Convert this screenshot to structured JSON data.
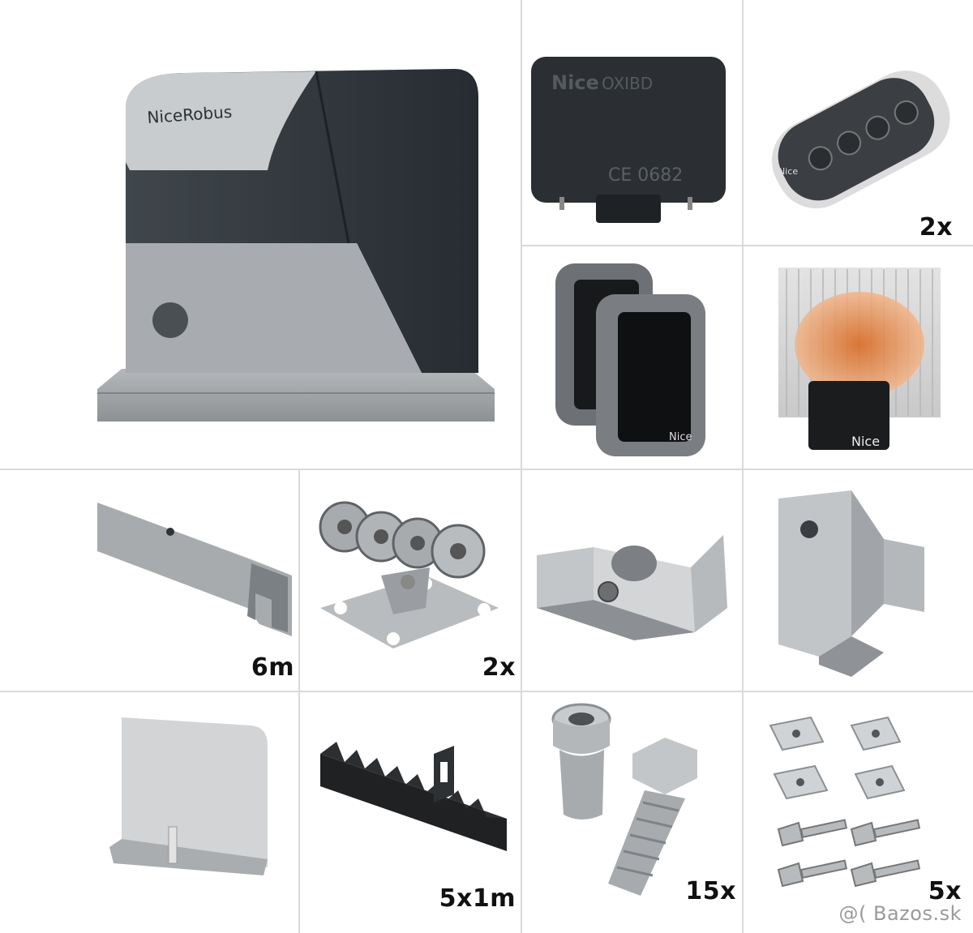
{
  "products": {
    "motor": {
      "brand_text": "NiceRobus"
    },
    "receiver": {
      "brand_text": "Nice",
      "model_text": "OXIBD",
      "mark_text": "CE 0682"
    },
    "remote": {
      "brand_text": "Nice",
      "quantity": "2x"
    },
    "photocells": {
      "brand_text": "Nice"
    },
    "flashing_light": {
      "brand_text": "Nice"
    },
    "rail": {
      "quantity": "6m"
    },
    "carriage": {
      "quantity": "2x"
    },
    "end_roller": {},
    "guide_bracket": {},
    "end_stop": {},
    "gear_rack": {
      "quantity": "5x1m"
    },
    "rivet_nut_bolt": {
      "quantity": "15x"
    },
    "washers_screws": {
      "quantity": "5x"
    }
  },
  "watermark": {
    "text": "Bazos.sk",
    "symbol": "@("
  }
}
